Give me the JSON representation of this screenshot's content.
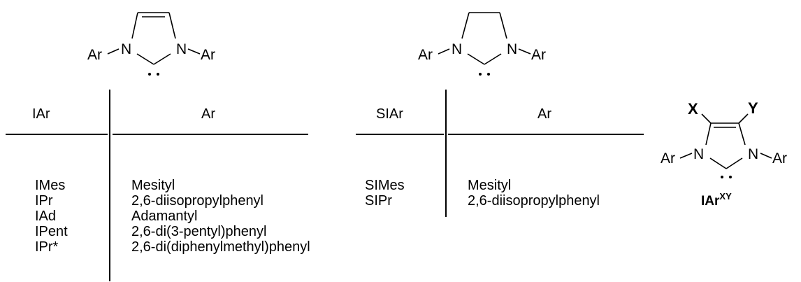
{
  "structures": {
    "imidazolylidene": {
      "n_left": "N",
      "n_right": "N",
      "ar_left": "Ar",
      "ar_right": "Ar"
    },
    "imidazolinylidene": {
      "n_left": "N",
      "n_right": "N",
      "ar_left": "Ar",
      "ar_right": "Ar"
    },
    "substituted": {
      "x": "X",
      "y": "Y",
      "n_left": "N",
      "n_right": "N",
      "ar_left": "Ar",
      "ar_right": "Ar",
      "label_main": "IAr",
      "label_sup": "XY"
    }
  },
  "table_iar": {
    "col1_header": "IAr",
    "col2_header": "Ar",
    "rows": [
      {
        "name": "IMes",
        "ar": "Mesityl"
      },
      {
        "name": "IPr",
        "ar": "2,6-diisopropylphenyl"
      },
      {
        "name": "IAd",
        "ar": "Adamantyl"
      },
      {
        "name": "IPent",
        "ar": "2,6-di(3-pentyl)phenyl"
      },
      {
        "name": "IPr*",
        "ar": "2,6-di(diphenylmethyl)phenyl"
      }
    ]
  },
  "table_siar": {
    "col1_header": "SIAr",
    "col2_header": "Ar",
    "rows": [
      {
        "name": "SIMes",
        "ar": "Mesityl"
      },
      {
        "name": "SIPr",
        "ar": "2,6-diisopropylphenyl"
      }
    ]
  }
}
